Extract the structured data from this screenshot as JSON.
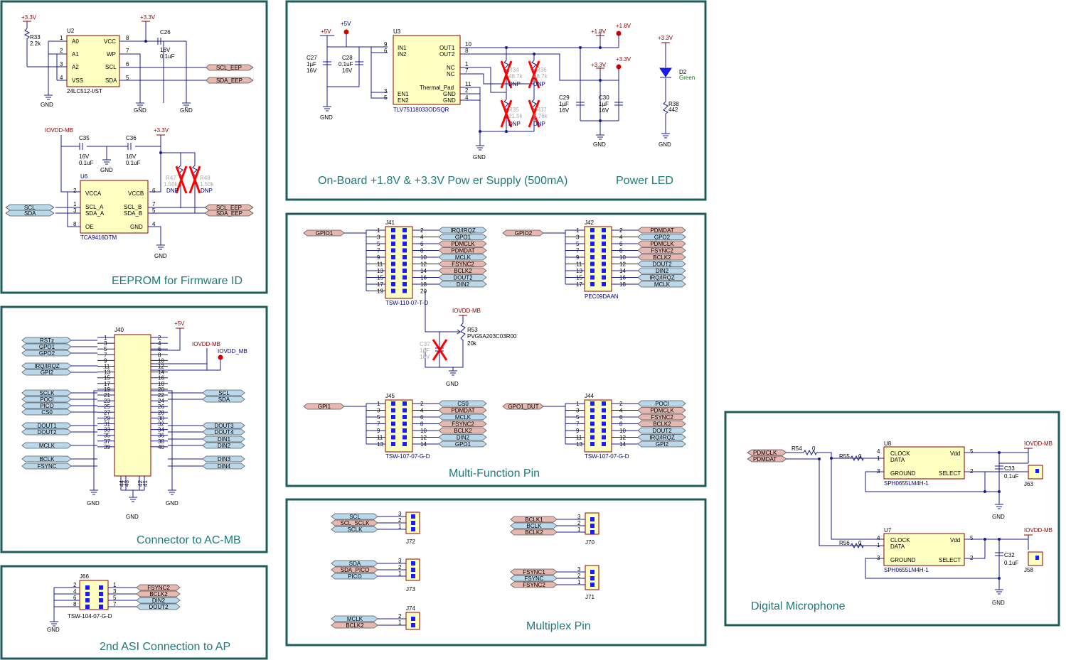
{
  "eeprom": {
    "title": "EEPROM for Firmware ID",
    "u2_ref": "U2",
    "u2_part": "24LC512-I/ST",
    "u2_pins_left": [
      "A0",
      "A1",
      "A2",
      "VSS"
    ],
    "u2_pins_right": [
      "VCC",
      "WP",
      "SCL",
      "SDA"
    ],
    "u2_pin_nums_left": [
      "1",
      "2",
      "3",
      "4"
    ],
    "u2_pin_nums_right": [
      "8",
      "7",
      "6",
      "5"
    ],
    "r33": "R33",
    "r33_val": "2.2k",
    "c26": "C26",
    "c26_v": "16V",
    "c26_val": "0.1uF",
    "pwr1": "+3.3V",
    "pwr2": "+3.3V",
    "gnd": "GND",
    "scl_eep": "SCL_EEP",
    "sda_eep": "SDA_EEP",
    "iovdd": "IOVDD-MB",
    "c35": "C35",
    "c35_v": "16V",
    "c35_val": "0.1uF",
    "c36": "C36",
    "c36_v": "16V",
    "c36_val": "0.1uF",
    "pwr3": "+3.3V",
    "u6_ref": "U6",
    "u6_part": "TCA9416DTM",
    "u6_pins_left": [
      "VCCA",
      "SCL_A",
      "SDA_A",
      "OE"
    ],
    "u6_pins_right": [
      "VCCB",
      "SCL_B",
      "SDA_B",
      "GND"
    ],
    "u6_nums_left": [
      "2",
      "1",
      "3",
      "8"
    ],
    "u6_nums_right": [
      "6",
      "7",
      "5",
      "4"
    ],
    "r47": "R47",
    "r47_val": "1.50k",
    "r48": "R48",
    "r48_val": "1.50k",
    "dnp": "DNP",
    "scl": "SCL",
    "sda": "SDA"
  },
  "power": {
    "title": "On-Board +1.8V & +3.3V Pow er Supply  (500mA)",
    "led_title": "Power LED",
    "p5v_a": "+5V",
    "p5v_b": "+5V",
    "p18_a": "+1.8V",
    "p18_b": "+1.8V",
    "p33_a": "+3.3V",
    "p33_b": "+3.3V",
    "p33_c": "+3.3V",
    "c27": "C27",
    "c27_val": "1µF",
    "c27_v": "16V",
    "c28": "C28",
    "c28_val": "0.1uF",
    "c28_v": "16V",
    "u3_ref": "U3",
    "u3_part": "TLV75118033ODSQR",
    "u3_left": [
      "IN1",
      "IN2",
      "EN1",
      "EN2"
    ],
    "u3_right": [
      "OUT1",
      "OUT2",
      "NC",
      "NC",
      "Thermal_Pad",
      "GND",
      "GND"
    ],
    "u3_left_nums": [
      "9",
      "6",
      "3",
      "5"
    ],
    "u3_right_nums": [
      "10",
      "8",
      "1",
      "7",
      "11",
      "2",
      "4"
    ],
    "r34": "R34",
    "r34_val": "48.7k",
    "r36": "R36",
    "r36_val": "48.7k",
    "r35": "R35",
    "r35_val": "21.5k",
    "r37": "R37",
    "r37_val": "8.76k",
    "dnp": "DNP",
    "c29": "C29",
    "c29_val": "1µF",
    "c29_v": "16V",
    "c30": "C30",
    "c30_val": "1µF",
    "c30_v": "16V",
    "d2": "D2",
    "d2_col": "Green",
    "r38": "R38",
    "r38_val": "442",
    "gnd": "GND"
  },
  "connector": {
    "title": "Connector to  AC-MB",
    "ref": "J40",
    "p5v": "+5V",
    "iovdd": "IOVDD-MB",
    "iovdd_tp": "IOVDD_MB",
    "gnd": "GND",
    "left_tags": [
      "RSTz",
      "GPO1",
      "GPO2",
      "IRQ/IRQZ",
      "GPI2",
      "SCLK",
      "POCI",
      "PICO",
      "CS0",
      "DOUT1",
      "DOUT2",
      "MCLK",
      "BCLK",
      "FSYNC"
    ],
    "right_tags": [
      "SCL",
      "SDA",
      "DOUT3",
      "DOUT4",
      "DIN1",
      "DIN2",
      "DIN3",
      "DIN4"
    ],
    "odd_pins": [
      "1",
      "3",
      "5",
      "7",
      "9",
      "11",
      "13",
      "15",
      "17",
      "19",
      "21",
      "23",
      "25",
      "27",
      "29",
      "31",
      "33",
      "35",
      "37",
      "39"
    ],
    "even_pins": [
      "2",
      "4",
      "6",
      "8",
      "10",
      "12",
      "14",
      "16",
      "18",
      "20",
      "22",
      "24",
      "26",
      "28",
      "30",
      "32",
      "34",
      "36",
      "38",
      "40"
    ],
    "bottom_pins": [
      "44",
      "43",
      "42",
      "41"
    ]
  },
  "asi": {
    "title": "2nd ASI Connection to  AP",
    "ref": "J66",
    "part": "TSW-104-07-G-D",
    "left_pins": [
      "2",
      "4",
      "6",
      "8"
    ],
    "right_pins": [
      "1",
      "3",
      "5",
      "7"
    ],
    "tags": [
      "FSYNC2",
      "BCLK2",
      "DIN2",
      "DOUT2"
    ],
    "gnd": "GND"
  },
  "mfp": {
    "title": "Multi-Function  Pin",
    "j41": "J41",
    "j41_part": "TSW-110-07-T-D",
    "j41_in": "GPIO1",
    "j41_tags": [
      "IRQ/IRQZ",
      "GPO1",
      "PDMCLK",
      "PDMDAT",
      "MCLK",
      "FSYNC2",
      "BCLK2",
      "DOUT2",
      "DIN2"
    ],
    "j41_odd": [
      "1",
      "3",
      "5",
      "7",
      "9",
      "11",
      "13",
      "15",
      "17",
      "19"
    ],
    "j41_even": [
      "2",
      "4",
      "6",
      "8",
      "10",
      "12",
      "14",
      "16",
      "18",
      "20"
    ],
    "j42": "J42",
    "j42_part": "PEC09DAAN",
    "j42_in": "GPIO2",
    "j42_tags": [
      "PDMDAT",
      "GPO2",
      "PDMCLK",
      "FSYNC2",
      "BCLK2",
      "DOUT2",
      "DIN2",
      "IRQ/IRQZ",
      "MCLK"
    ],
    "j42_odd": [
      "1",
      "3",
      "5",
      "7",
      "9",
      "11",
      "13",
      "15",
      "17"
    ],
    "j42_even": [
      "2",
      "4",
      "6",
      "8",
      "10",
      "12",
      "14",
      "16",
      "18"
    ],
    "iovdd": "IOVDD-MB",
    "r53": "R53",
    "r53_part": "PVG5A203C03R00",
    "r53_val": "20k",
    "c37": "C37",
    "c37_val": "1µF",
    "c37_v": "16V",
    "gnd": "GND",
    "j45": "J45",
    "j45_part": "TSW-107-07-G-D",
    "j45_in": "GPI1",
    "j45_tags": [
      "CS0",
      "PDMDAT",
      "MCLK",
      "FSYNC2",
      "BCLK2",
      "DIN2",
      "GPO1"
    ],
    "j44": "J44",
    "j44_part": "TSW-107-07-G-D",
    "j44_in": "GPO1_DUT",
    "j44_tags": [
      "POCI",
      "PDMCLK",
      "FSYNC2",
      "BCLK2",
      "DOUT2",
      "IRQ/IRQZ",
      "GPI2"
    ],
    "odd7": [
      "1",
      "3",
      "5",
      "7",
      "9",
      "11",
      "13"
    ],
    "even7": [
      "2",
      "4",
      "6",
      "8",
      "10",
      "12",
      "14"
    ]
  },
  "mux": {
    "title": "Multiplex Pin",
    "j72": "J72",
    "j72_tags": [
      "SCL",
      "SCL_SCLK",
      "SCLK"
    ],
    "j73": "J73",
    "j73_tags": [
      "SDA",
      "SDA_PICO",
      "PICO"
    ],
    "j74": "J74",
    "j74_tags": [
      "MCLK",
      "BCLK2"
    ],
    "j70": "J70",
    "j70_tags": [
      "BCLK1",
      "BCLK",
      "BCLK2"
    ],
    "j71": "J71",
    "j71_tags": [
      "FSYNC1",
      "FSYNC",
      "FSYNC2"
    ],
    "pins3": [
      "3",
      "2",
      "1"
    ],
    "pins2": [
      "2",
      "1"
    ]
  },
  "mic": {
    "title": "Digital  Microphone",
    "pdmclk": "PDMCLK",
    "pdmdat": "PDMDAT",
    "r54": "R54",
    "r54_val": "0",
    "r55": "R55",
    "r55_val": "0",
    "r56": "R56",
    "r56_val": "0",
    "u8": "U8",
    "u7": "U7",
    "part": "SPH0655LM4H-1",
    "pins_left": [
      "CLOCK",
      "DATA",
      "GROUND"
    ],
    "pins_right": [
      "Vdd",
      "SELECT"
    ],
    "nums_left": [
      "4",
      "1",
      "3"
    ],
    "nums_right": [
      "5",
      "2"
    ],
    "c33": "C33",
    "c33_val": "0.1uF",
    "c32": "C32",
    "c32_val": "0.1uF",
    "iovdd_a": "IOVDD-MB",
    "iovdd_b": "IOVDD-MB",
    "j63": "J63",
    "j58": "J58",
    "gnd": "GND"
  }
}
